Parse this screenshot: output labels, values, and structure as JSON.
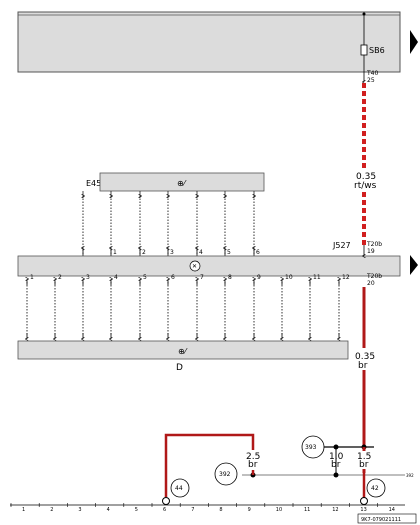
{
  "components": {
    "fuse_box": {
      "label": "SB6"
    },
    "switch_module": {
      "label": "E45"
    },
    "control_unit": {
      "label": "J527"
    },
    "lower_unit": {
      "label": "D"
    }
  },
  "connectors": {
    "t40": {
      "name": "T40",
      "pin": "25"
    },
    "t20b_upper": {
      "name": "T20b",
      "pin": "19"
    },
    "t20b_lower": {
      "name": "T20b",
      "pin": "20"
    }
  },
  "wires": {
    "red_white": {
      "size": "0.35",
      "color": "rt/ws"
    },
    "brown_main": {
      "size": "0.35",
      "color": "br"
    },
    "brown_left": {
      "size": "2.5",
      "color": "br"
    },
    "brown_mid": {
      "size": "1.0",
      "color": "br"
    },
    "brown_right": {
      "size": "1.5",
      "color": "br"
    }
  },
  "upper_pins": [
    "1",
    "2",
    "3",
    "4",
    "5",
    "6"
  ],
  "lower_pins": [
    "1",
    "2",
    "3",
    "4",
    "5",
    "6",
    "7",
    "8",
    "9",
    "10",
    "11",
    "12"
  ],
  "junction_refs": {
    "top": "393",
    "bottom": "392",
    "right_bus": "392"
  },
  "ground_refs": {
    "left": "44",
    "right": "42"
  },
  "track_numbers": [
    "1",
    "2",
    "3",
    "4",
    "5",
    "6",
    "7",
    "8",
    "9",
    "10",
    "11",
    "12",
    "13",
    "14"
  ],
  "footer_code": "9K7-079021111",
  "colors": {
    "wire_red": "#d11f1f",
    "wire_brown": "#b01818",
    "box_fill": "#dcdcdc",
    "box_stroke": "#555555"
  }
}
